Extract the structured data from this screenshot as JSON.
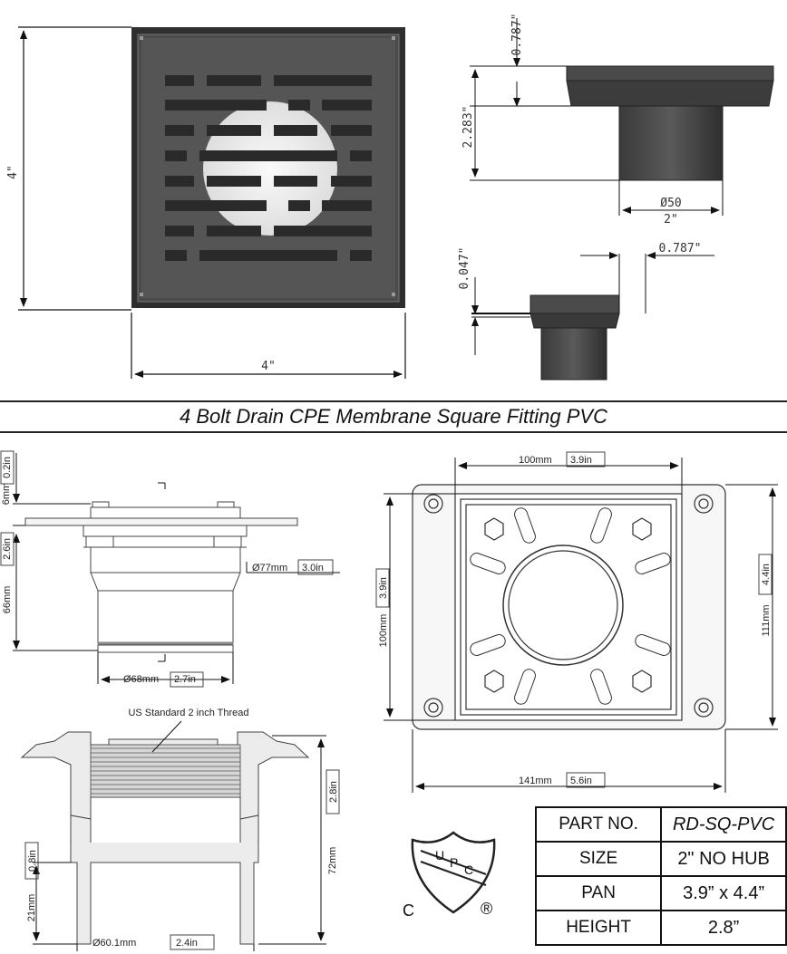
{
  "title": "4 Bolt Drain CPE Membrane Square Fitting PVC",
  "top": {
    "grate_width": "4\"",
    "grate_height": "4\"",
    "side_flange": "0.787\"",
    "side_height": "2.283\"",
    "side_dia_mm": "Ø50",
    "side_dia_in": "2\"",
    "small_thickness": "0.047\"",
    "small_offset": "0.787\""
  },
  "bottom": {
    "h_top_mm": "6mm",
    "h_top_in": "0.2in",
    "h_body_mm": "66mm",
    "h_body_in": "2.6in",
    "dia77_mm": "Ø77mm",
    "dia77_in": "3.0in",
    "dia68_mm": "Ø68mm",
    "dia68_in": "2.7in",
    "thread_label": "US Standard 2 inch Thread",
    "h72_mm": "72mm",
    "h72_in": "2.8in",
    "h21_mm": "21mm",
    "h21_in": "0.8in",
    "dia60_mm": "Ø60.1mm",
    "dia60_in": "2.4in",
    "plan_w100_mm": "100mm",
    "plan_w100_in": "3.9in",
    "plan_h100_mm": "100mm",
    "plan_h100_in": "3.9in",
    "plan_h111_mm": "111mm",
    "plan_h111_in": "4.4in",
    "plan_w141_mm": "141mm",
    "plan_w141_in": "5.6in"
  },
  "cert": {
    "letters": [
      "U",
      "P",
      "C"
    ],
    "c": "C",
    "r": "®"
  },
  "spec": [
    {
      "key": "PART NO.",
      "value": "RD-SQ-PVC"
    },
    {
      "key": "SIZE",
      "value": "2\" NO HUB"
    },
    {
      "key": "PAN",
      "value": "3.9” x 4.4”"
    },
    {
      "key": "HEIGHT",
      "value": "2.8”"
    }
  ]
}
